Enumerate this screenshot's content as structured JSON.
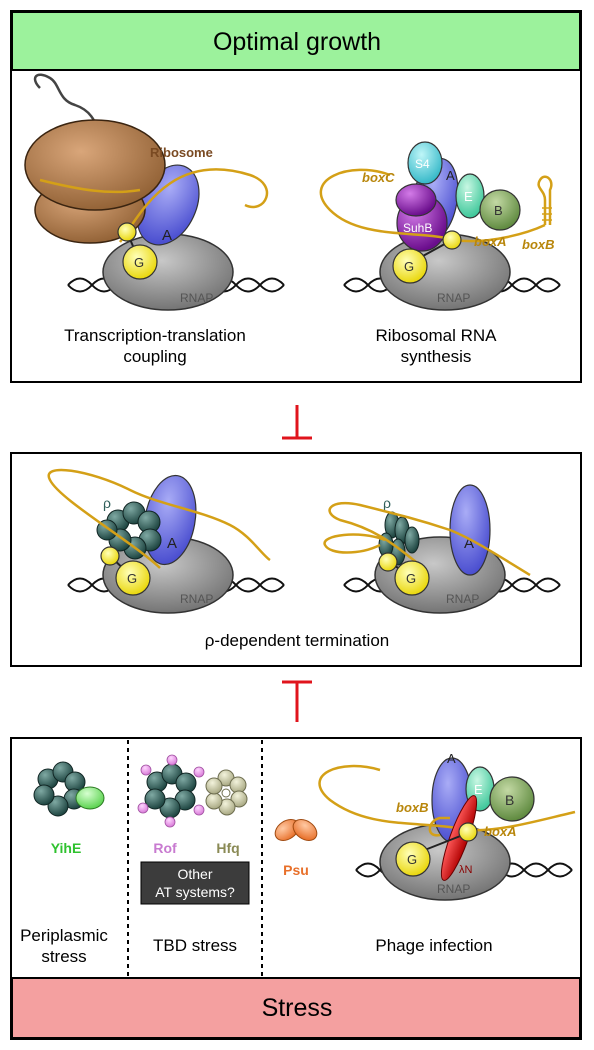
{
  "top": {
    "header": "Optimal growth",
    "left_caption_1": "Transcription-translation",
    "left_caption_2": "coupling",
    "right_caption_1": "Ribosomal RNA",
    "right_caption_2": "synthesis",
    "ribosome": "Ribosome",
    "rnap": "RNAP",
    "G": "G",
    "A": "A",
    "S4": "S4",
    "E": "E",
    "B": "B",
    "SuhB": "SuhB",
    "boxA": "boxA",
    "boxB": "boxB",
    "boxC": "boxC"
  },
  "middle": {
    "caption": "ρ-dependent termination",
    "rho": "ρ",
    "A": "A",
    "G": "G",
    "rnap": "RNAP"
  },
  "bottom": {
    "footer": "Stress",
    "yihe": "YihE",
    "rof": "Rof",
    "hfq": "Hfq",
    "other_1": "Other",
    "other_2": "AT systems?",
    "psu": "Psu",
    "col1_1": "Periplasmic",
    "col1_2": "stress",
    "col2": "TBD stress",
    "col3": "Phage infection",
    "A": "A",
    "E": "E",
    "B": "B",
    "G": "G",
    "boxA": "boxA",
    "boxB": "boxB",
    "lambdaN": "λN",
    "rnap": "RNAP"
  },
  "colors": {
    "green_bar": "#9cf29c",
    "red_bar": "#f4a0a0",
    "inhibit": "#e0141c",
    "rna": "#d4a017",
    "rnap": "#8c8c8c",
    "nusa": "#6a6ee0",
    "nusg": "#f5ea1a",
    "rho": "#2f5f5a"
  }
}
